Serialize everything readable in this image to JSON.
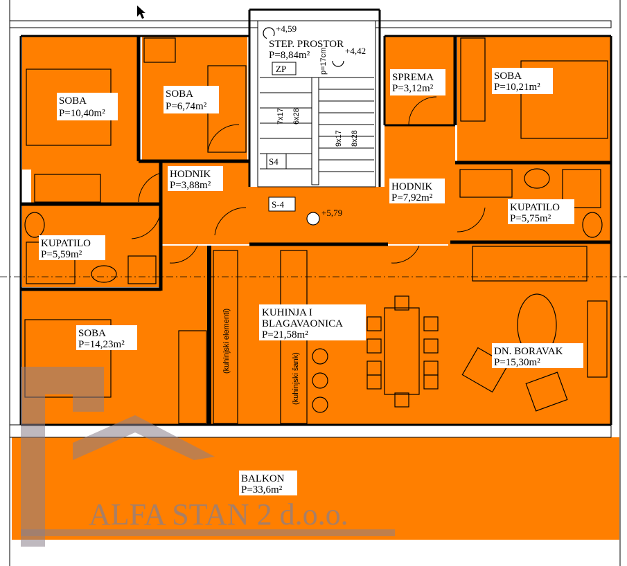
{
  "colors": {
    "room_fill": "#ff7f00",
    "wall": "#000000",
    "background": "#ffffff",
    "watermark": "#8a7f8a"
  },
  "rooms": {
    "soba_1": {
      "name": "SOBA",
      "area": "P=10,40m²"
    },
    "soba_2": {
      "name": "SOBA",
      "area": "P=6,74m²"
    },
    "stair": {
      "name": "STEP. PROSTOR",
      "area": "P=8,84m²"
    },
    "sprema": {
      "name": "SPREMA",
      "area": "P=3,12m²"
    },
    "soba_3": {
      "name": "SOBA",
      "area": "P=10,21m²"
    },
    "hodnik_1": {
      "name": "HODNIK",
      "area": "P=3,88m²"
    },
    "hodnik_2": {
      "name": "HODNIK",
      "area": "P=7,92m²"
    },
    "kupatilo_1": {
      "name": "KUPATILO",
      "area": "P=5,59m²"
    },
    "kupatilo_2": {
      "name": "KUPATILO",
      "area": "P=5,75m²"
    },
    "soba_4": {
      "name": "SOBA",
      "area": "P=14,23m²"
    },
    "kuhinja": {
      "name_line1": "KUHINJA  I",
      "name_line2": "BLAGAVAONICA",
      "area": "P=21,58m²"
    },
    "boravak": {
      "name": "DN. BORAVAK",
      "area": "P=15,30m²"
    },
    "balkon": {
      "name": "BALKON",
      "area": "P=33,6m²"
    }
  },
  "annotations": {
    "level_1": "+4,59",
    "level_2": "+4,42",
    "level_3": "+5,79",
    "zp": "ZP",
    "s4": "S4",
    "s_4": "S-4",
    "stair_a_1": "7x17",
    "stair_a_2": "6x28",
    "stair_b_1": "9x17",
    "stair_b_2": "8x28",
    "slope": "p=17cm",
    "kuhinjski_elementi": "(kuhinjski elementi)",
    "kuhinjski_sank": "(kuhinjski šank)"
  },
  "watermark": {
    "text": "ALFA STAN 2 d.o.o.",
    "icon": "house-logo-icon"
  }
}
